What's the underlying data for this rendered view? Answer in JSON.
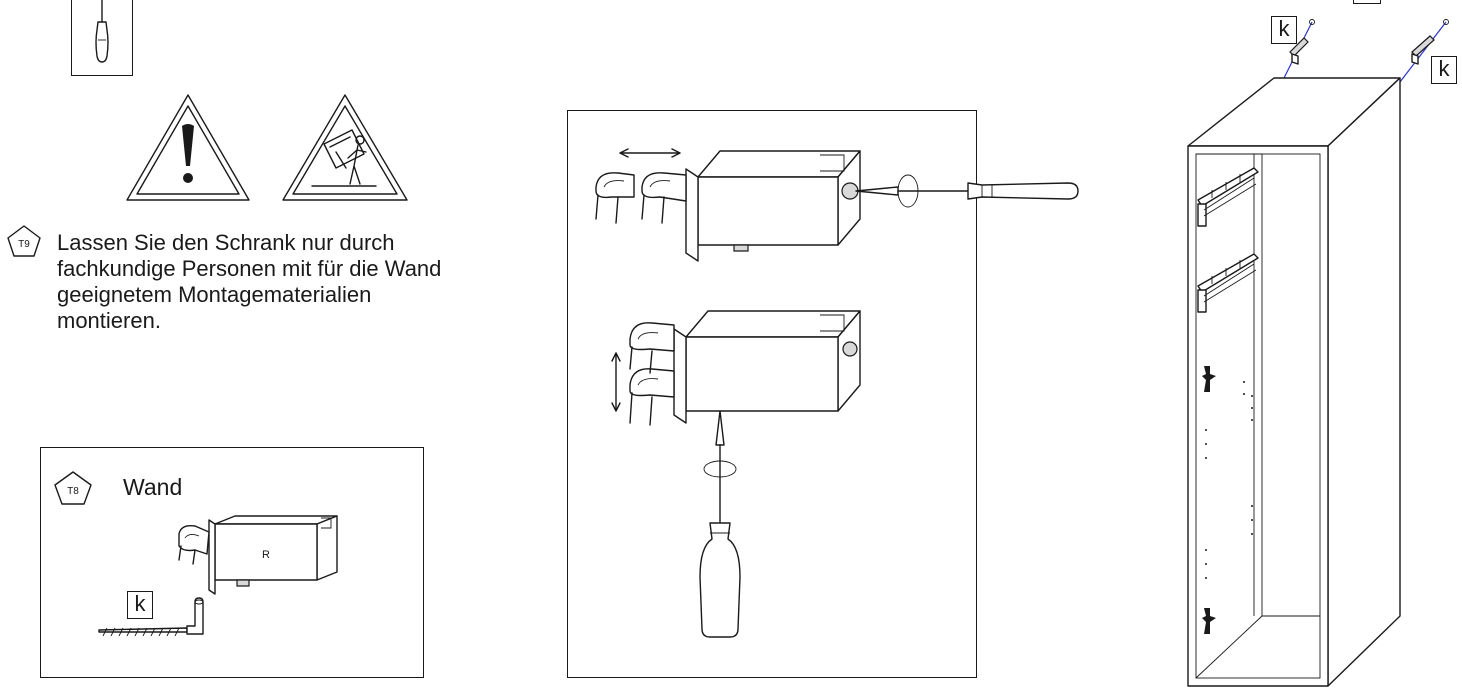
{
  "notes": {
    "t9_badge": "T9",
    "t9_lines": [
      "Lassen Sie den Schrank nur durch",
      "fachkundige Personen mit für die Wand",
      "geeignetem Montagematerialien",
      "montieren."
    ]
  },
  "panel_wall": {
    "badge": "T8",
    "title": "Wand",
    "bracket_mark": "R",
    "part_label": "k"
  },
  "cabinet": {
    "part_label_left": "k",
    "part_label_right": "k"
  },
  "icons": {
    "tool": "screwdriver-icon",
    "warning": "warning-triangle-icon",
    "tip_over": "tip-over-warning-icon"
  }
}
